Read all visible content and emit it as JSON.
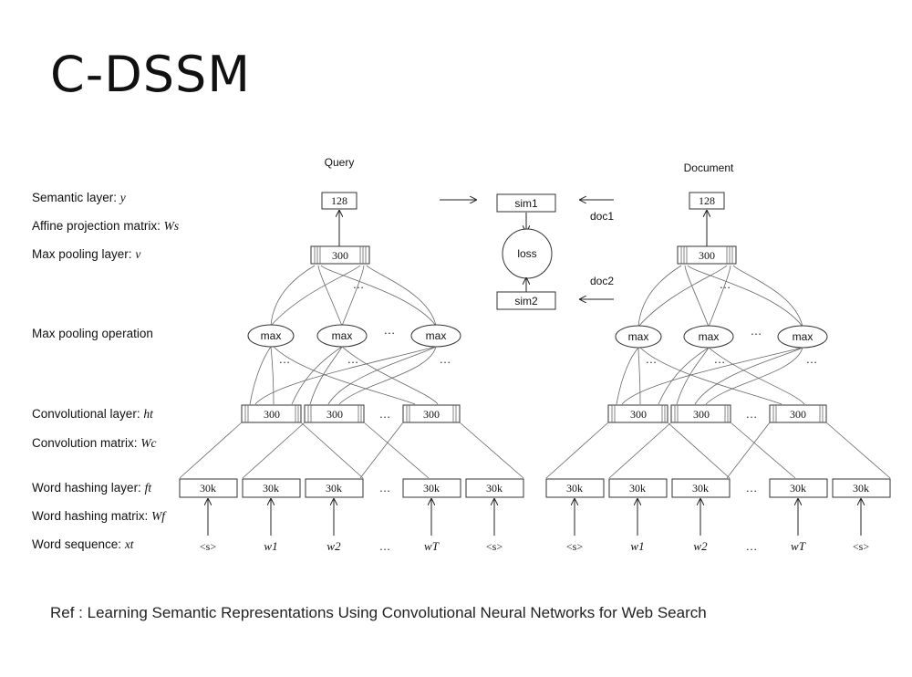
{
  "slide": {
    "title": "C-DSSM",
    "reference": "Ref : Learning Semantic Representations Using Convolutional Neural Networks for Web Search"
  },
  "diagram": {
    "column_titles": {
      "query": "Query",
      "document": "Document"
    },
    "layer_labels": {
      "semantic": "Semantic layer: ",
      "semantic_var": "y",
      "affine": "Affine projection matrix: ",
      "affine_var": "Ws",
      "maxpool": "Max pooling layer: ",
      "maxpool_var": "v",
      "maxpool_op": "Max pooling operation",
      "conv": "Convolutional layer: ",
      "conv_var": "ht",
      "conv_matrix": "Convolution matrix: ",
      "conv_matrix_var": "Wc",
      "hash": "Word hashing layer: ",
      "hash_var": "ft",
      "hash_matrix": "Word hashing matrix: ",
      "hash_matrix_var": "Wf",
      "seq": "Word sequence: ",
      "seq_var": "xt"
    },
    "semantic_value": "128",
    "pool_value": "300",
    "max_label": "max",
    "conv_value": "300",
    "hash_value": "30k",
    "words": [
      "<s>",
      "w1",
      "w2",
      "…",
      "wT",
      "<s>"
    ],
    "ellipsis": "…",
    "sim1": "sim1",
    "sim2": "sim2",
    "loss": "loss",
    "doc1": "doc1",
    "doc2": "doc2"
  }
}
